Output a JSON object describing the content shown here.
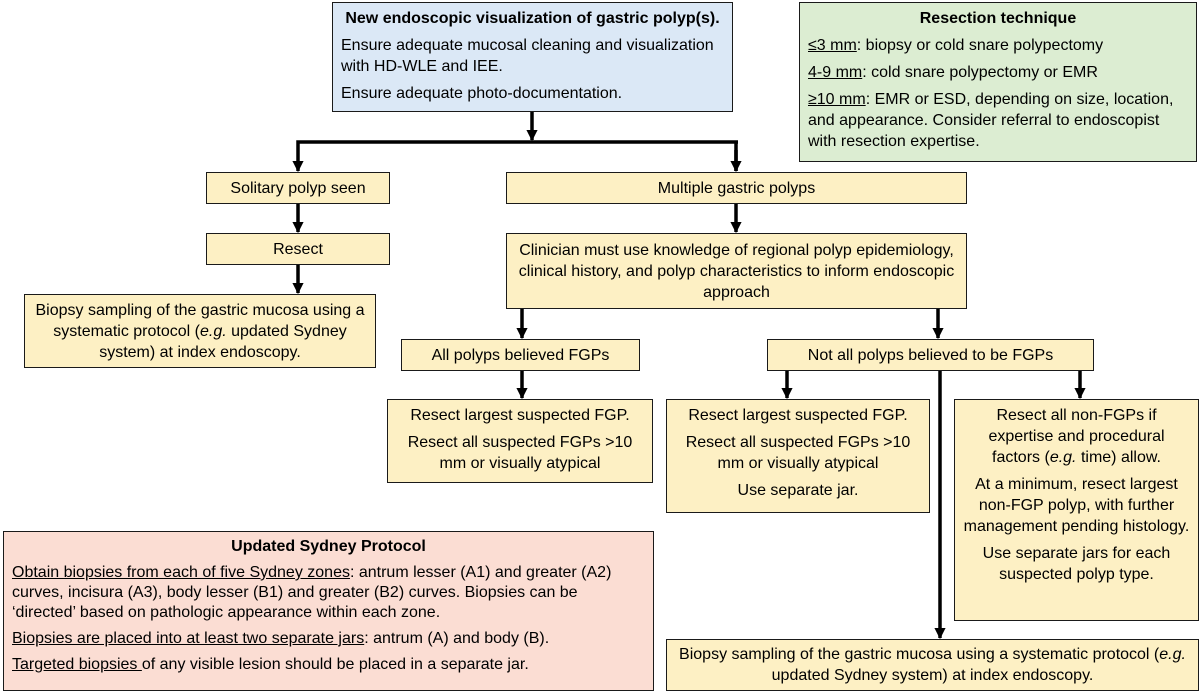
{
  "start": {
    "title": "New endoscopic visualization of gastric polyp(s).",
    "line1": "Ensure adequate mucosal cleaning and visualization with HD-WLE and IEE.",
    "line2": "Ensure adequate photo-documentation."
  },
  "resection": {
    "title": "Resection technique",
    "items": [
      {
        "size": "≤3 mm",
        "text": ": biopsy or cold snare polypectomy"
      },
      {
        "size": "4-9 mm",
        "text": ": cold snare polypectomy or EMR"
      },
      {
        "size": "≥10 mm",
        "text": ": EMR or ESD, depending on size, location, and appearance. Consider referral to endoscopist with resection expertise."
      }
    ]
  },
  "solitary": "Solitary polyp seen",
  "resect": "Resect",
  "biopsy_left": {
    "pre": "Biopsy sampling of the gastric mucosa using a systematic protocol (",
    "eg": "e.g.",
    "post": " updated Sydney system) at index endoscopy."
  },
  "multiple": "Multiple gastric polyps",
  "clinician": "Clinician must use knowledge of regional polyp epidemiology, clinical history, and polyp characteristics to inform endoscopic approach",
  "all_fgp": "All polyps believed FGPs",
  "not_all_fgp": "Not all polyps believed to be FGPs",
  "resect_fgp_a": {
    "line1": "Resect largest suspected FGP.",
    "line2": "Resect all suspected FGPs >10 mm or visually atypical"
  },
  "resect_fgp_b": {
    "line1": "Resect largest suspected FGP.",
    "line2": "Resect all suspected FGPs >10 mm or visually atypical",
    "line3": "Use separate jar."
  },
  "non_fgp": {
    "l1_pre": "Resect all non-FGPs if expertise and procedural factors (",
    "l1_eg": "e.g.",
    "l1_post": " time) allow.",
    "line2": "At a minimum, resect largest non-FGP polyp, with further management pending histology.",
    "line3": "Use separate jars for each suspected polyp type."
  },
  "biopsy_bottom": {
    "pre": "Biopsy sampling of the gastric mucosa using a systematic protocol (",
    "eg": "e.g.",
    "post": " updated Sydney system) at index endoscopy."
  },
  "sydney": {
    "title": "Updated Sydney Protocol",
    "p1_u": "Obtain biopsies from each of five Sydney zones",
    "p1_rest": ": antrum lesser (A1) and greater (A2) curves, incisura (A3), body lesser (B1) and greater (B2) curves. Biopsies can be ‘directed’ based on pathologic appearance within each zone.",
    "p2_u": "Biopsies are placed into at least two separate jars",
    "p2_rest": ": antrum (A) and body (B).",
    "p3_u": "Targeted biopsies ",
    "p3_rest": "of any visible lesion should be placed in a separate jar."
  }
}
